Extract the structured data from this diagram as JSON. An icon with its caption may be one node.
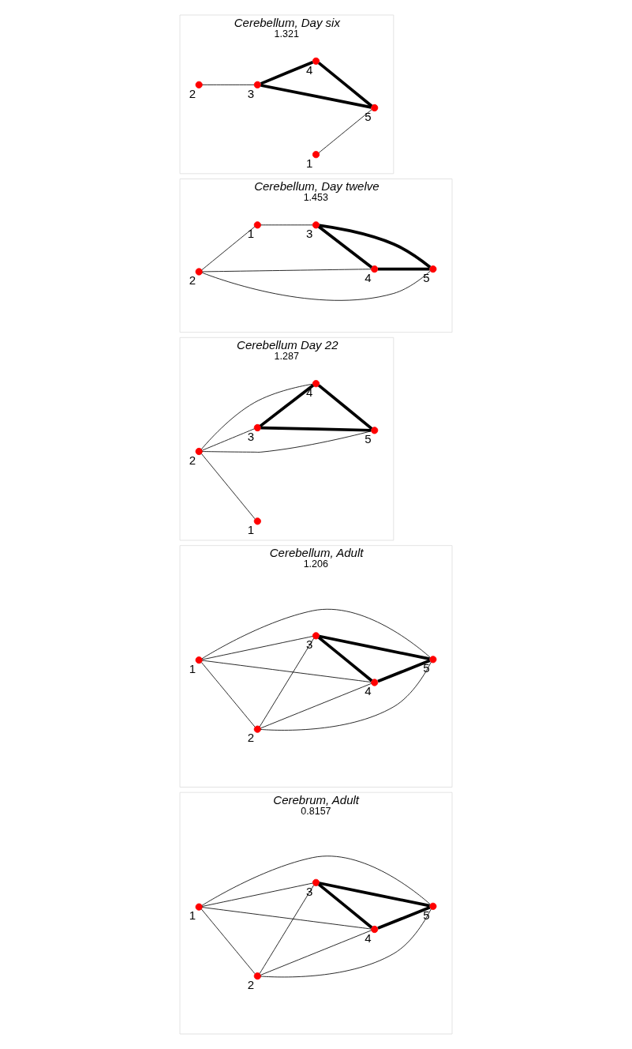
{
  "diagram": {
    "nodes": [
      {
        "text": [
          "Cerebellum, Day six",
          "1.321"
        ]
      },
      {
        "text": [],
        "shape": "circle",
        "beside": [
          "1"
        ],
        "in": 0
      },
      {
        "text": [],
        "shape": "circle",
        "beside": [
          "2"
        ],
        "in": 0
      },
      {
        "text": [],
        "shape": "circle",
        "beside": [
          "3"
        ],
        "in": 0
      },
      {
        "text": [],
        "shape": "circle",
        "beside": [
          "4"
        ],
        "in": 0
      },
      {
        "text": [],
        "shape": "circle",
        "beside": [
          "5"
        ],
        "in": 0
      },
      {
        "text": [
          "Cerebellum, Day twelve",
          "1.453"
        ]
      },
      {
        "text": [],
        "shape": "circle",
        "beside": [
          "1"
        ],
        "in": 6
      },
      {
        "text": [],
        "shape": "circle",
        "beside": [
          "2"
        ],
        "in": 6
      },
      {
        "text": [],
        "shape": "circle",
        "beside": [
          "3"
        ],
        "in": 6
      },
      {
        "text": [],
        "shape": "circle",
        "beside": [
          "4"
        ],
        "in": 6
      },
      {
        "text": [],
        "shape": "circle",
        "beside": [
          "5"
        ],
        "in": 6
      },
      {
        "text": [
          "Cerebellum Day 22",
          "1.287"
        ]
      },
      {
        "text": [],
        "shape": "circle",
        "beside": [
          "1"
        ],
        "in": 12
      },
      {
        "text": [],
        "shape": "circle",
        "beside": [
          "2"
        ],
        "in": 12
      },
      {
        "text": [],
        "shape": "circle",
        "beside": [
          "3"
        ],
        "in": 12
      },
      {
        "text": [],
        "shape": "circle",
        "beside": [
          "4"
        ],
        "in": 12
      },
      {
        "text": [],
        "shape": "circle",
        "beside": [
          "5"
        ],
        "in": 12
      },
      {
        "text": [
          "Cerebellum, Adult",
          "1.206"
        ]
      },
      {
        "text": [],
        "shape": "circle",
        "beside": [
          "1"
        ],
        "in": 18
      },
      {
        "text": [],
        "shape": "circle",
        "beside": [
          "2"
        ],
        "in": 18
      },
      {
        "text": [],
        "shape": "circle",
        "beside": [
          "3"
        ],
        "in": 18
      },
      {
        "text": [],
        "shape": "circle",
        "beside": [
          "4"
        ],
        "in": 18
      },
      {
        "text": [],
        "shape": "circle",
        "beside": [
          "5"
        ],
        "in": 18
      },
      {
        "text": [
          "Cerebrum, Adult",
          "0.8157"
        ]
      },
      {
        "text": [],
        "shape": "circle",
        "beside": [
          "1"
        ],
        "in": 24
      },
      {
        "text": [],
        "shape": "circle",
        "beside": [
          "2"
        ],
        "in": 24
      },
      {
        "text": [],
        "shape": "circle",
        "beside": [
          "3"
        ],
        "in": 24
      },
      {
        "text": [],
        "shape": "circle",
        "beside": [
          "4"
        ],
        "in": 24
      },
      {
        "text": [],
        "shape": "circle",
        "beside": [
          "5"
        ],
        "in": 24
      }
    ],
    "edges": [
      {
        "from": 1,
        "to": 5,
        "arrow": "none"
      },
      {
        "from": 2,
        "to": 3,
        "arrow": "none"
      },
      {
        "from": 3,
        "to": 5,
        "arrow": "none",
        "style": "thick"
      },
      {
        "from": 3,
        "to": 4,
        "arrow": "none",
        "style": "thick"
      },
      {
        "from": 4,
        "to": 5,
        "arrow": "none",
        "style": "thick"
      },
      {
        "from": 8,
        "to": 7,
        "arrow": "none"
      },
      {
        "from": 8,
        "to": 11,
        "arrow": "none"
      },
      {
        "from": 8,
        "to": 10,
        "arrow": "none"
      },
      {
        "from": 7,
        "to": 9,
        "arrow": "none"
      },
      {
        "from": 9,
        "to": 11,
        "arrow": "none",
        "style": "thick"
      },
      {
        "from": 9,
        "to": 10,
        "arrow": "none",
        "style": "thick"
      },
      {
        "from": 10,
        "to": 11,
        "arrow": "none",
        "style": "thick"
      },
      {
        "from": 14,
        "to": 13,
        "arrow": "none"
      },
      {
        "from": 14,
        "to": 15,
        "arrow": "none"
      },
      {
        "from": 14,
        "to": 16,
        "arrow": "none"
      },
      {
        "from": 14,
        "to": 17,
        "arrow": "none"
      },
      {
        "from": 15,
        "to": 17,
        "arrow": "none",
        "style": "thick"
      },
      {
        "from": 15,
        "to": 16,
        "arrow": "none",
        "style": "thick"
      },
      {
        "from": 16,
        "to": 17,
        "arrow": "none",
        "style": "thick"
      },
      {
        "from": 19,
        "to": 20,
        "arrow": "none"
      },
      {
        "from": 19,
        "to": 21,
        "arrow": "none"
      },
      {
        "from": 19,
        "to": 22,
        "arrow": "none"
      },
      {
        "from": 19,
        "to": 23,
        "arrow": "none"
      },
      {
        "from": 20,
        "to": 21,
        "arrow": "none"
      },
      {
        "from": 20,
        "to": 22,
        "arrow": "none"
      },
      {
        "from": 20,
        "to": 23,
        "arrow": "none"
      },
      {
        "from": 21,
        "to": 23,
        "arrow": "none",
        "style": "thick"
      },
      {
        "from": 21,
        "to": 22,
        "arrow": "none",
        "style": "thick"
      },
      {
        "from": 22,
        "to": 23,
        "arrow": "none",
        "style": "thick"
      },
      {
        "from": 25,
        "to": 26,
        "arrow": "none"
      },
      {
        "from": 25,
        "to": 27,
        "arrow": "none"
      },
      {
        "from": 25,
        "to": 28,
        "arrow": "none"
      },
      {
        "from": 25,
        "to": 29,
        "arrow": "none"
      },
      {
        "from": 26,
        "to": 27,
        "arrow": "none"
      },
      {
        "from": 26,
        "to": 28,
        "arrow": "none"
      },
      {
        "from": 26,
        "to": 29,
        "arrow": "none"
      },
      {
        "from": 27,
        "to": 29,
        "arrow": "none",
        "style": "thick"
      },
      {
        "from": 27,
        "to": 28,
        "arrow": "none",
        "style": "thick"
      },
      {
        "from": 28,
        "to": 29,
        "arrow": "none",
        "style": "thick"
      }
    ]
  }
}
